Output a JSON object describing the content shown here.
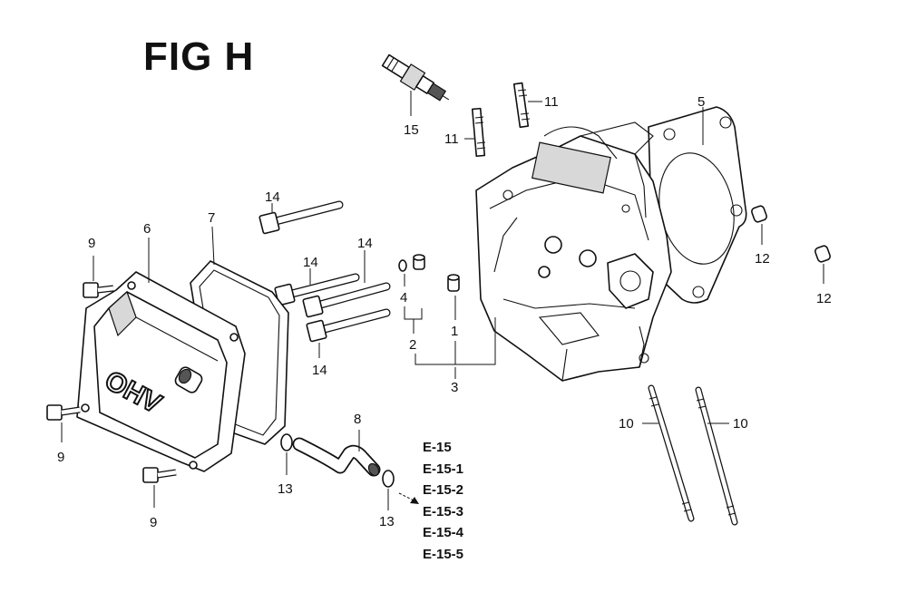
{
  "figure": {
    "title": "FIG H"
  },
  "cover_text": "OHV",
  "part_labels": {
    "p1": "1",
    "p2": "2",
    "p3": "3",
    "p4": "4",
    "p5": "5",
    "p6": "6",
    "p7": "7",
    "p8": "8",
    "p9a": "9",
    "p9b": "9",
    "p9c": "9",
    "p10a": "10",
    "p10b": "10",
    "p11a": "11",
    "p11b": "11",
    "p12a": "12",
    "p12b": "12",
    "p13a": "13",
    "p13b": "13",
    "p14a": "14",
    "p14b": "14",
    "p14c": "14",
    "p14d": "14",
    "p15": "15"
  },
  "references": [
    "E-15",
    "E-15-1",
    "E-15-2",
    "E-15-3",
    "E-15-4",
    "E-15-5"
  ]
}
